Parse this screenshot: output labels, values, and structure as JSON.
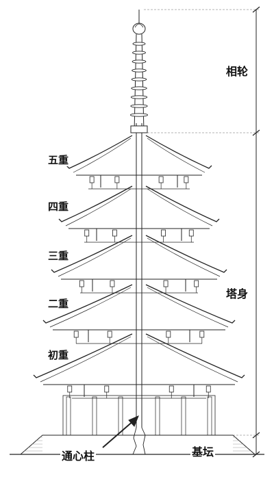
{
  "labels": {
    "storeys": [
      "五重",
      "四重",
      "三重",
      "二重",
      "初重"
    ],
    "sorin": "相轮",
    "body": "塔身",
    "base": "基坛",
    "pillar": "通心柱"
  },
  "colors": {
    "line": "#222222",
    "guide": "#9a9a9a",
    "background": "#ffffff"
  }
}
